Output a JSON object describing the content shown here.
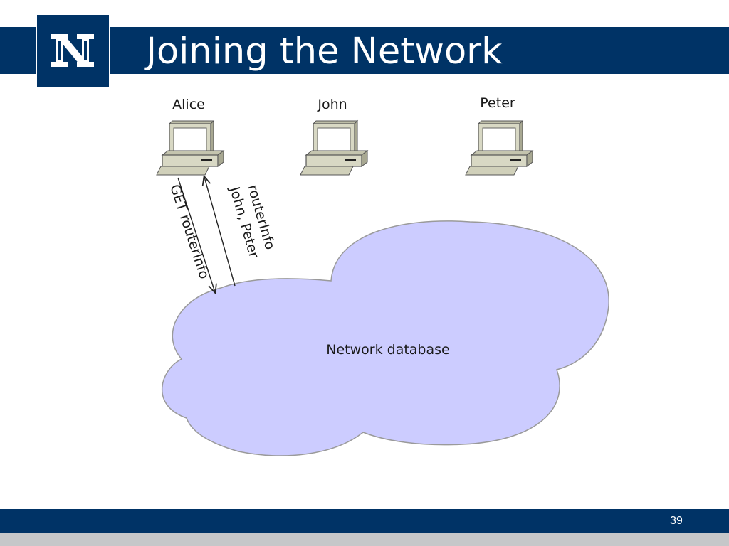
{
  "slide": {
    "title": "Joining the Network",
    "page_number": "39"
  },
  "logo": {
    "letter": "N",
    "icon": "nevada-n-logo"
  },
  "diagram": {
    "computers": [
      {
        "label": "Alice",
        "icon": "desktop-computer-icon"
      },
      {
        "label": "John",
        "icon": "desktop-computer-icon"
      },
      {
        "label": "Peter",
        "icon": "desktop-computer-icon"
      }
    ],
    "arrows": {
      "request_label": "GET routerInfo",
      "response_label_line1": "routerInfo",
      "response_label_line2": "John, Peter"
    },
    "cloud": {
      "label": "Network database"
    }
  },
  "colors": {
    "brand_navy": "#003366",
    "footer_gray": "#c6c7c9",
    "cloud_fill": "#ccccff",
    "cloud_stroke": "#9a9a9a",
    "computer_body": "#d8d8c4"
  }
}
